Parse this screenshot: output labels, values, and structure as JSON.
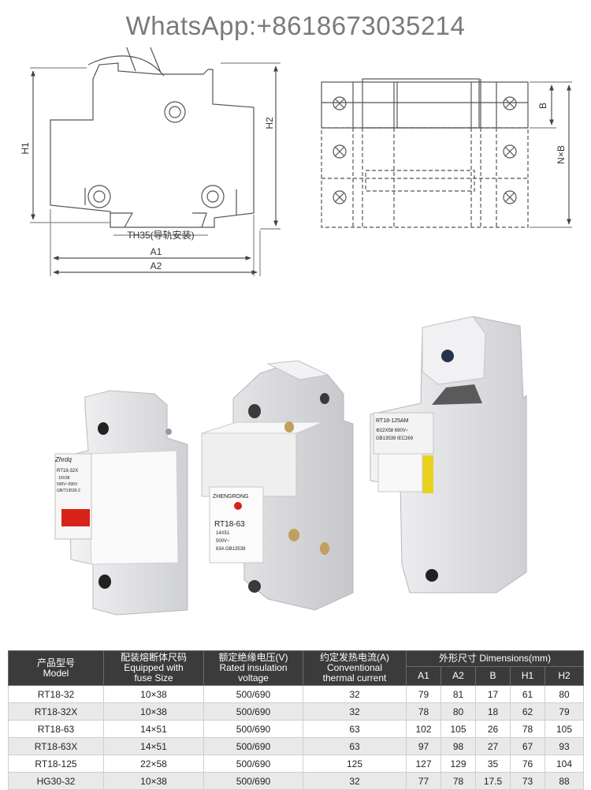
{
  "watermark": "WhatsApp:+8618673035214",
  "drawing": {
    "labels": {
      "h1": "H1",
      "h2": "H2",
      "rail": "TH35(导轨安装)",
      "a1": "A1",
      "a2": "A2",
      "b": "B",
      "nxb": "N×B"
    }
  },
  "products": [
    {
      "brand": "Zhrdq",
      "model": "RT18-32X",
      "lines": [
        "10X38",
        "500V~690V",
        "GB/T13539.2"
      ]
    },
    {
      "brand": "ZHENGRONG",
      "model": "RT18-63",
      "lines": [
        "14X51",
        "500V~",
        "63A GB13539"
      ]
    },
    {
      "brand": "",
      "model": "RT18-125AM",
      "lines": [
        "Φ22X58 690V~",
        "GB13539 IEC269"
      ]
    }
  ],
  "table": {
    "headers": {
      "model_cn": "产品型号",
      "model_en": "Model",
      "fuse_cn": "配装熔断体尺码",
      "fuse_en1": "Equipped with",
      "fuse_en2": "fuse Size",
      "volt_cn": "额定绝缘电压(V)",
      "volt_en1": "Rated insulation",
      "volt_en2": "voltage",
      "curr_cn": "约定发热电流(A)",
      "curr_en1": "Conventional",
      "curr_en2": "thermal current",
      "dims": "外形尺寸 Dimensions(mm)",
      "a1": "A1",
      "a2": "A2",
      "b": "B",
      "h1": "H1",
      "h2": "H2"
    },
    "rows": [
      {
        "model": "RT18-32",
        "fuse": "10×38",
        "voltage": "500/690",
        "current": "32",
        "a1": "79",
        "a2": "81",
        "b": "17",
        "h1": "61",
        "h2": "80"
      },
      {
        "model": "RT18-32X",
        "fuse": "10×38",
        "voltage": "500/690",
        "current": "32",
        "a1": "78",
        "a2": "80",
        "b": "18",
        "h1": "62",
        "h2": "79"
      },
      {
        "model": "RT18-63",
        "fuse": "14×51",
        "voltage": "500/690",
        "current": "63",
        "a1": "102",
        "a2": "105",
        "b": "26",
        "h1": "78",
        "h2": "105"
      },
      {
        "model": "RT18-63X",
        "fuse": "14×51",
        "voltage": "500/690",
        "current": "63",
        "a1": "97",
        "a2": "98",
        "b": "27",
        "h1": "67",
        "h2": "93"
      },
      {
        "model": "RT18-125",
        "fuse": "22×58",
        "voltage": "500/690",
        "current": "125",
        "a1": "127",
        "a2": "129",
        "b": "35",
        "h1": "76",
        "h2": "104"
      },
      {
        "model": "HG30-32",
        "fuse": "10×38",
        "voltage": "500/690",
        "current": "32",
        "a1": "77",
        "a2": "78",
        "b": "17.5",
        "h1": "73",
        "h2": "88"
      }
    ]
  }
}
